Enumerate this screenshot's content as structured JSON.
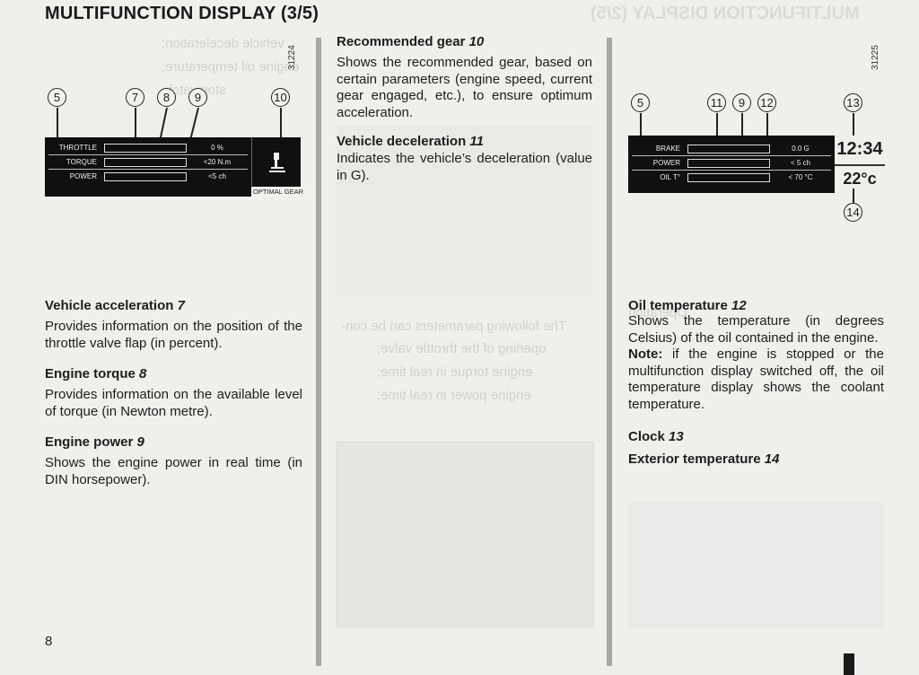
{
  "title": "MULTIFUNCTION DISPLAY (3/5)",
  "page_number": "8",
  "figure_left": {
    "figure_id": "31224",
    "callouts": [
      "5",
      "7",
      "8",
      "9",
      "10"
    ],
    "rows": [
      {
        "label": "THROTTLE",
        "value": "0 %"
      },
      {
        "label": "TORQUE",
        "value": "<20 N.m"
      },
      {
        "label": "POWER",
        "value": "<5 ch"
      }
    ],
    "optimal_gear_label": "OPTIMAL GEAR"
  },
  "figure_right": {
    "figure_id": "31225",
    "callouts": [
      "5",
      "11",
      "9",
      "12",
      "13",
      "14"
    ],
    "rows": [
      {
        "label": "BRAKE",
        "value": "0.0 G"
      },
      {
        "label": "POWER",
        "value": "< 5 ch"
      },
      {
        "label": "OIL T°",
        "value": "< 70 °C"
      }
    ],
    "clock": "12:34",
    "exterior_temp": "22°c"
  },
  "left_column": [
    {
      "heading": "Vehicle acceleration",
      "ref": "7",
      "text": "Provides information on the position of the throttle valve flap (in percent)."
    },
    {
      "heading": "Engine torque",
      "ref": "8",
      "text": "Provides information on the available level of torque (in Newton metre)."
    },
    {
      "heading": "Engine power",
      "ref": "9",
      "text": "Shows the engine power in real time (in DIN horsepower)."
    }
  ],
  "middle_column": [
    {
      "heading": "Recommended gear",
      "ref": "10",
      "text": "Shows the recommended gear, based on certain parameters (engine speed, current gear engaged, etc.), to ensure optimum acceleration."
    },
    {
      "heading": "Vehicle deceleration",
      "ref": "11",
      "text": "Indicates the vehicle’s deceleration (value in G)."
    }
  ],
  "right_column": {
    "oil": {
      "heading": "Oil temperature",
      "ref": "12",
      "text": "Shows the temperature (in degrees Celsius) of the oil contained in the engine."
    },
    "note_label": "Note:",
    "note_text": "if the engine is stopped or the multifunction display switched off, the oil temperature display shows the coolant temperature.",
    "clock": {
      "heading": "Clock",
      "ref": "13"
    },
    "exterior": {
      "heading": "Exterior temperature",
      "ref": "14"
    }
  }
}
